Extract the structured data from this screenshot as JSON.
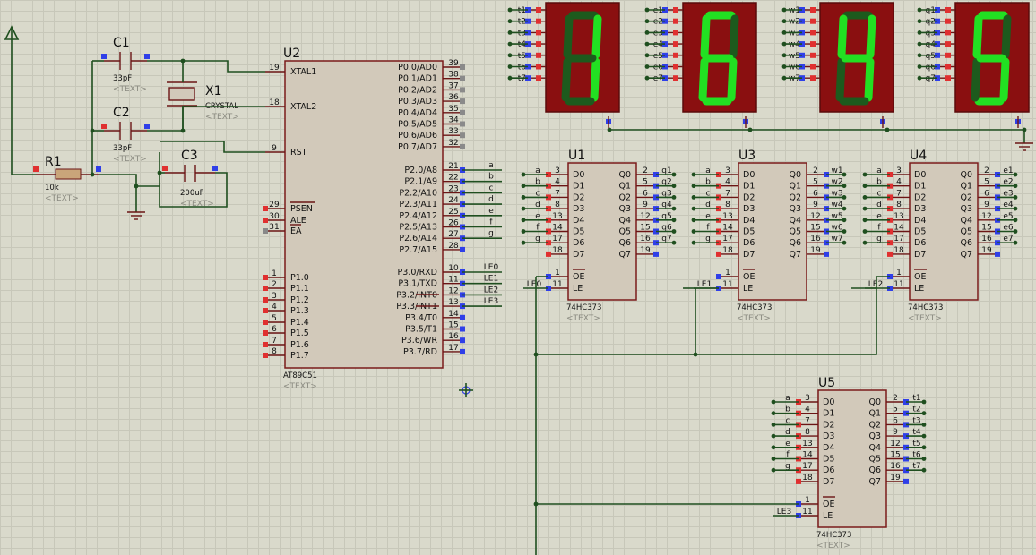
{
  "u2": {
    "ref": "U2",
    "part": "AT89C51",
    "text": "<TEXT>",
    "left_pins": [
      {
        "num": "19",
        "name": "XTAL1"
      },
      {
        "num": "18",
        "name": "XTAL2"
      },
      {
        "num": "9",
        "name": "RST"
      },
      {
        "num": "29",
        "name": "PSEN"
      },
      {
        "num": "30",
        "name": "ALE"
      },
      {
        "num": "31",
        "name": "EA"
      },
      {
        "num": "1",
        "name": "P1.0"
      },
      {
        "num": "2",
        "name": "P1.1"
      },
      {
        "num": "3",
        "name": "P1.2"
      },
      {
        "num": "4",
        "name": "P1.3"
      },
      {
        "num": "5",
        "name": "P1.4"
      },
      {
        "num": "6",
        "name": "P1.5"
      },
      {
        "num": "7",
        "name": "P1.6"
      },
      {
        "num": "8",
        "name": "P1.7"
      }
    ],
    "right_pins": [
      {
        "num": "39",
        "name": "P0.0/AD0"
      },
      {
        "num": "38",
        "name": "P0.1/AD1"
      },
      {
        "num": "37",
        "name": "P0.2/AD2"
      },
      {
        "num": "36",
        "name": "P0.3/AD3"
      },
      {
        "num": "35",
        "name": "P0.4/AD4"
      },
      {
        "num": "34",
        "name": "P0.5/AD5"
      },
      {
        "num": "33",
        "name": "P0.6/AD6"
      },
      {
        "num": "32",
        "name": "P0.7/AD7"
      },
      {
        "num": "21",
        "name": "P2.0/A8",
        "net": "a"
      },
      {
        "num": "22",
        "name": "P2.1/A9",
        "net": "b"
      },
      {
        "num": "23",
        "name": "P2.2/A10",
        "net": "c"
      },
      {
        "num": "24",
        "name": "P2.3/A11",
        "net": "d"
      },
      {
        "num": "25",
        "name": "P2.4/A12",
        "net": "e"
      },
      {
        "num": "26",
        "name": "P2.5/A13",
        "net": "f"
      },
      {
        "num": "27",
        "name": "P2.6/A14",
        "net": "g"
      },
      {
        "num": "28",
        "name": "P2.7/A15",
        "net": ""
      },
      {
        "num": "10",
        "name": "P3.0/RXD",
        "net": "LE0"
      },
      {
        "num": "11",
        "name": "P3.1/TXD",
        "net": "LE1"
      },
      {
        "num": "12",
        "name": "P3.2/INT0",
        "net": "LE2"
      },
      {
        "num": "13",
        "name": "P3.3/INT1",
        "net": "LE3"
      },
      {
        "num": "14",
        "name": "P3.4/T0",
        "net": ""
      },
      {
        "num": "15",
        "name": "P3.5/T1",
        "net": ""
      },
      {
        "num": "16",
        "name": "P3.6/WR",
        "net": ""
      },
      {
        "num": "17",
        "name": "P3.7/RD",
        "net": ""
      }
    ]
  },
  "passives": {
    "c1": {
      "ref": "C1",
      "value": "33pF",
      "text": "<TEXT>"
    },
    "c2": {
      "ref": "C2",
      "value": "33pF",
      "text": "<TEXT>"
    },
    "c3": {
      "ref": "C3",
      "value": "200uF",
      "text": "<TEXT>"
    },
    "r1": {
      "ref": "R1",
      "value": "10k",
      "text": "<TEXT>"
    },
    "x1": {
      "ref": "X1",
      "value": "CRYSTAL",
      "text": "<TEXT>"
    }
  },
  "latch_common": {
    "part": "74HC373",
    "text": "<TEXT>",
    "left_names": [
      "D0",
      "D1",
      "D2",
      "D3",
      "D4",
      "D5",
      "D6",
      "D7"
    ],
    "right_names": [
      "Q0",
      "Q1",
      "Q2",
      "Q3",
      "Q4",
      "Q5",
      "Q6",
      "Q7"
    ],
    "in_pins": [
      "3",
      "4",
      "7",
      "8",
      "13",
      "14",
      "17",
      "18"
    ],
    "out_pins": [
      "2",
      "5",
      "6",
      "9",
      "12",
      "15",
      "16",
      "19"
    ],
    "in_nets": [
      "a",
      "b",
      "c",
      "d",
      "e",
      "f",
      "g",
      ""
    ],
    "oe_label": "OE",
    "le_label": "LE",
    "oe_pin": "1",
    "le_pin": "11"
  },
  "latches": [
    {
      "ref": "U1",
      "le_net": "LE0",
      "out_nets": [
        "q1",
        "q2",
        "q3",
        "q4",
        "q5",
        "q6",
        "q7",
        ""
      ]
    },
    {
      "ref": "U3",
      "le_net": "LE1",
      "out_nets": [
        "w1",
        "w2",
        "w3",
        "w4",
        "w5",
        "w6",
        "w7",
        ""
      ]
    },
    {
      "ref": "U4",
      "le_net": "LE2",
      "out_nets": [
        "e1",
        "e2",
        "e3",
        "e4",
        "e5",
        "e6",
        "e7",
        ""
      ]
    },
    {
      "ref": "U5",
      "le_net": "LE3",
      "out_nets": [
        "t1",
        "t2",
        "t3",
        "t4",
        "t5",
        "t6",
        "t7",
        ""
      ]
    }
  ],
  "displays": [
    {
      "digit": "1",
      "segments": [
        "b",
        "c"
      ],
      "inputs": [
        "t1",
        "t2",
        "t3",
        "t4",
        "t5",
        "t6",
        "t7"
      ]
    },
    {
      "digit": "6",
      "segments": [
        "a",
        "f",
        "g",
        "e",
        "d",
        "c"
      ],
      "inputs": [
        "e1",
        "e2",
        "e3",
        "e4",
        "e5",
        "e6",
        "e7"
      ]
    },
    {
      "digit": "4",
      "segments": [
        "f",
        "g",
        "b",
        "c"
      ],
      "inputs": [
        "w1",
        "w2",
        "w3",
        "w4",
        "w5",
        "w6",
        "w7"
      ]
    },
    {
      "digit": "5",
      "segments": [
        "a",
        "f",
        "g",
        "c",
        "d"
      ],
      "inputs": [
        "q1",
        "q2",
        "q3",
        "q4",
        "q5",
        "q6",
        "q7"
      ]
    }
  ],
  "colors": {
    "segment_on": "#22e022",
    "segment_off": "#1d5a1d",
    "display_bg": "#8a0f10",
    "pin_red": "#e03030",
    "pin_blue": "#2f3fe8"
  }
}
